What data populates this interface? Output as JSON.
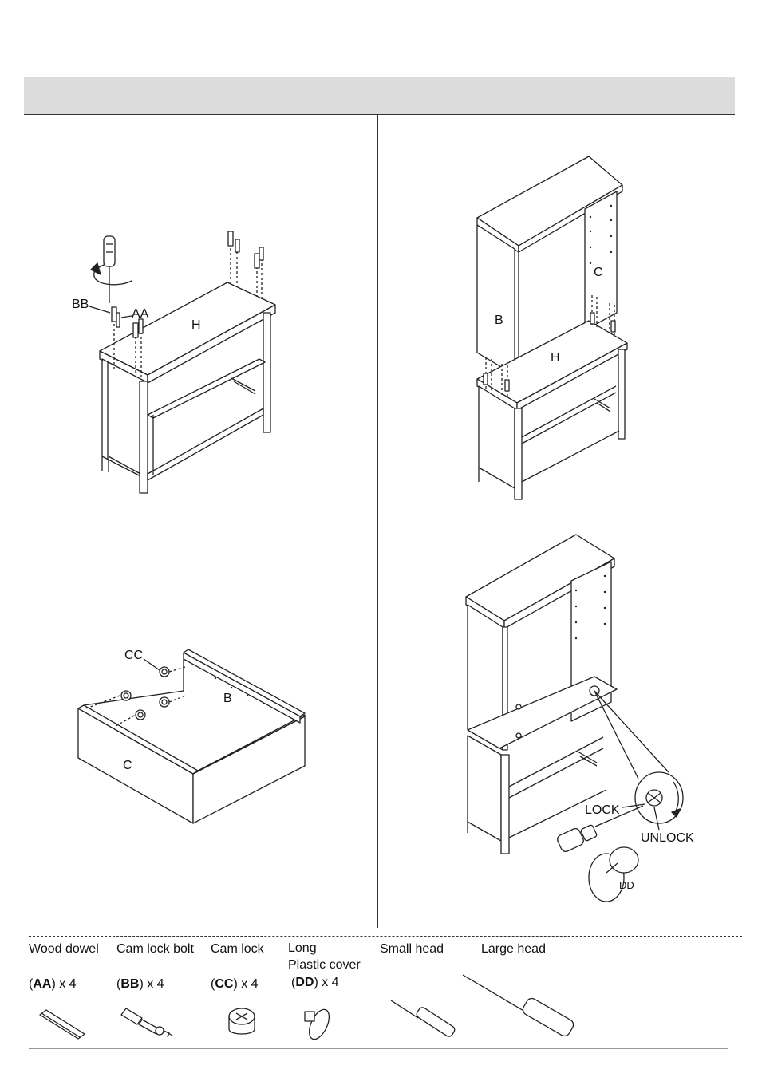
{
  "figure_labels": {
    "bb": "BB",
    "aa": "AA",
    "h": "H",
    "b": "B",
    "c": "C",
    "cc": "CC",
    "lock": "LOCK",
    "unlock": "UNLOCK",
    "dd": "DD"
  },
  "parts": [
    {
      "name": "Wood dowel",
      "code": "AA",
      "qty": "x 4"
    },
    {
      "name": "Cam lock bolt",
      "code": "BB",
      "qty": "x 4"
    },
    {
      "name": "Cam lock",
      "code": "CC",
      "qty": "x 4"
    },
    {
      "name_line1": "Long",
      "name_line2": "Plastic cover",
      "code": "DD",
      "qty": "x 4"
    }
  ],
  "tools": [
    {
      "name": "Small head"
    },
    {
      "name": "Large head"
    }
  ]
}
